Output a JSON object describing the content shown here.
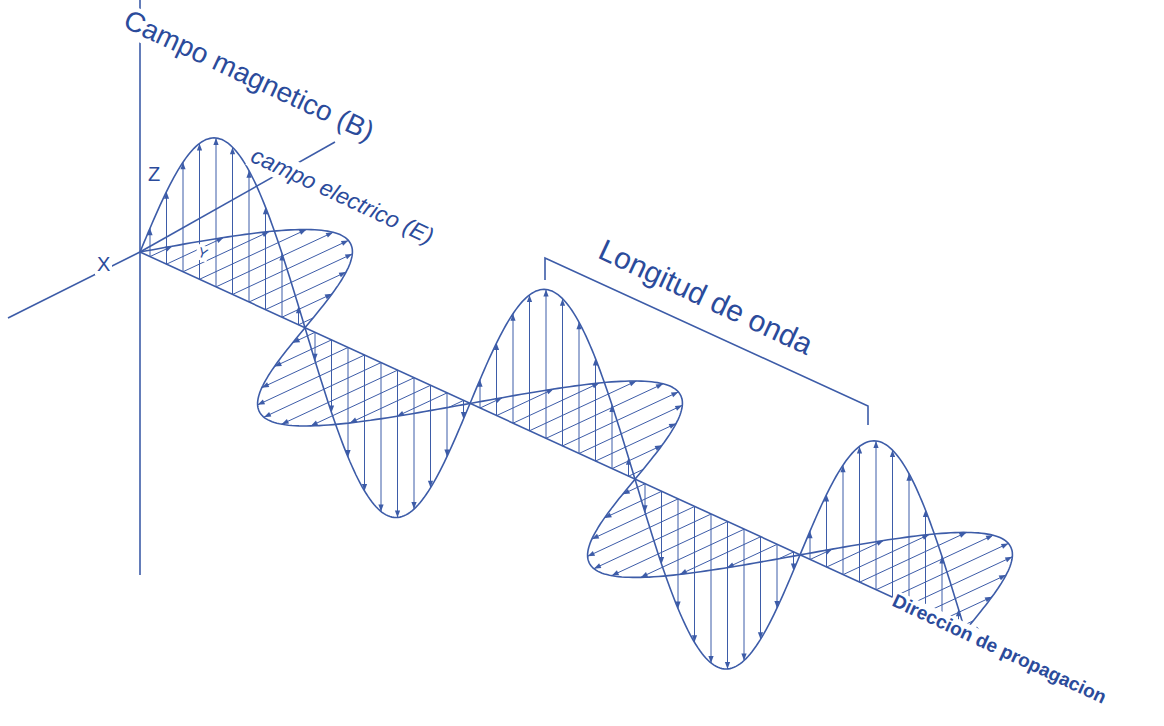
{
  "diagram": {
    "labels": [
      "Campo magnetico (B)",
      "Z",
      "campo electrico (E)",
      "X",
      "Y",
      "Longitud de onda",
      "Direccion de propagacion"
    ]
  }
}
